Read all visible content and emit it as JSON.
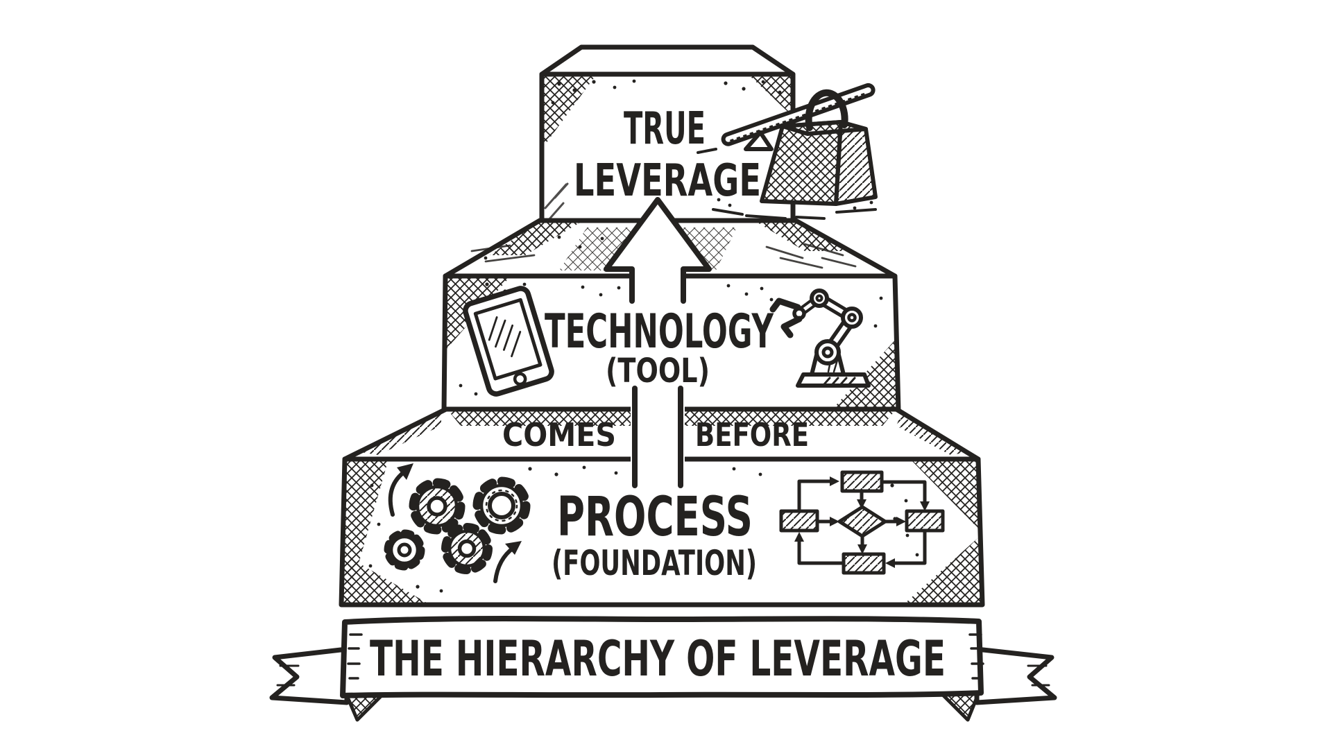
{
  "banner": {
    "title": "THE HIERARCHY OF LEVERAGE"
  },
  "tiers": {
    "top": {
      "line1": "TRUE",
      "line2": "LEVERAGE",
      "icon": "lever-and-weight"
    },
    "middle": {
      "label": "TECHNOLOGY",
      "sublabel": "(TOOL)",
      "icon_left": "tablet",
      "icon_right": "robot-arm"
    },
    "bottom": {
      "label": "PROCESS",
      "sublabel": "(FOUNDATION)",
      "icon_left": "gears",
      "icon_right": "flowchart-cycle"
    }
  },
  "relation": {
    "left_word": "COMES",
    "right_word": "BEFORE",
    "connector": "upward-arrow"
  },
  "colors": {
    "ink": "#242220",
    "paper": "#ffffff"
  }
}
